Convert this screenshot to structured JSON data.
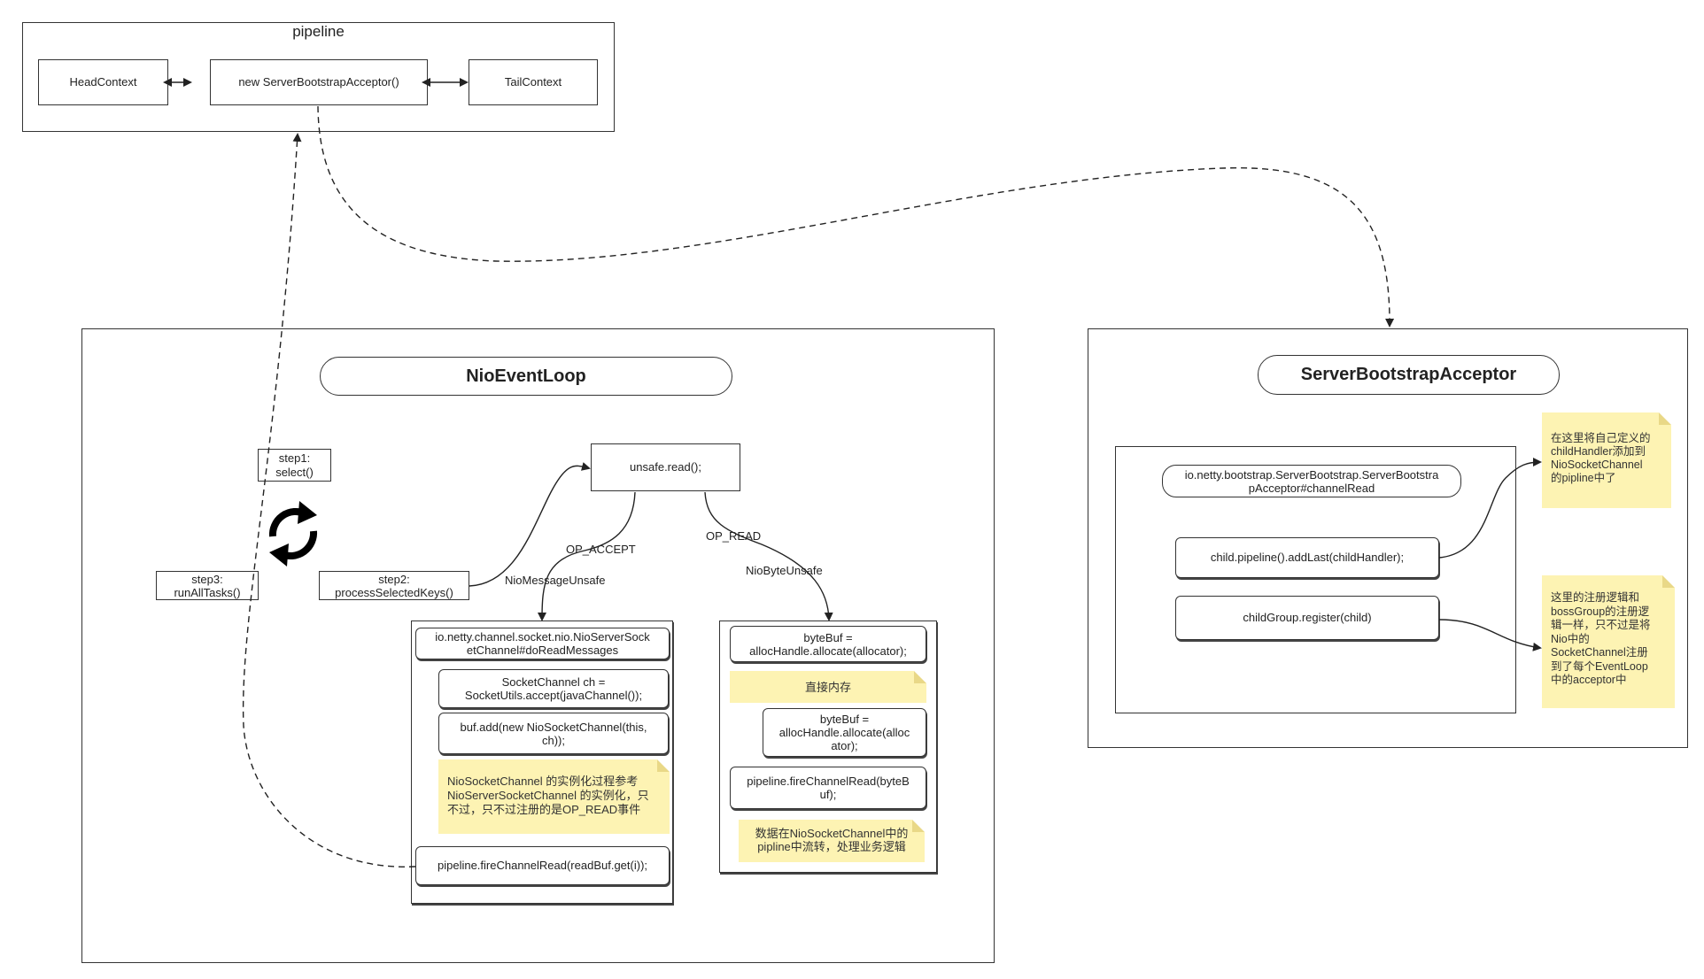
{
  "pipeline": {
    "title": "pipeline",
    "head": "HeadContext",
    "acceptor": "new ServerBootstrapAcceptor()",
    "tail": "TailContext"
  },
  "event_loop": {
    "title": "NioEventLoop",
    "step1": "step1:\nselect()",
    "step2": "step2:\nprocessSelectedKeys()",
    "step3": "step3:\nrunAllTasks()",
    "unsafe_read": "unsafe.read();",
    "op_accept": "OP_ACCEPT",
    "op_read": "OP_READ",
    "nio_message_unsafe": "NioMessageUnsafe",
    "nio_byte_unsafe": "NioByteUnsafe",
    "message_box": {
      "header": "io.netty.channel.socket.nio.NioServerSock\netChannel#doReadMessages",
      "accept": "SocketChannel ch =\nSocketUtils.accept(javaChannel());",
      "buf_add": "buf.add(new NioSocketChannel(this,\nch));",
      "note": "NioSocketChannel 的实例化过程参考\nNioServerSocketChannel 的实例化，只\n不过，只不过注册的是OP_READ事件",
      "fire": "pipeline.fireChannelRead(readBuf.get(i));"
    },
    "byte_box": {
      "allocate1": "byteBuf =\nallocHandle.allocate(allocator);",
      "direct_note": "直接内存",
      "allocate2": "byteBuf =\nallocHandle.allocate(alloc\nator);",
      "fire": "pipeline.fireChannelRead(byteB\nuf);",
      "flow_note": "数据在NioSocketChannel中的\npipline中流转，处理业务逻辑"
    }
  },
  "acceptor_panel": {
    "title": "ServerBootstrapAcceptor",
    "method": "io.netty.bootstrap.ServerBootstrap.ServerBootstra\npAcceptor#channelRead",
    "add_last": "child.pipeline().addLast(childHandler);",
    "register": "childGroup.register(child)",
    "note_handler": "在这里将自己定义的\nchildHandler添加到\nNioSocketChannel\n的pipline中了",
    "note_register": "这里的注册逻辑和\nbossGroup的注册逻\n辑一样，只不过是将\nNio中的\nSocketChannel注册\n到了每个EventLoop\n中的acceptor中"
  },
  "icons": {
    "loop": "refresh-cycle-icon"
  }
}
